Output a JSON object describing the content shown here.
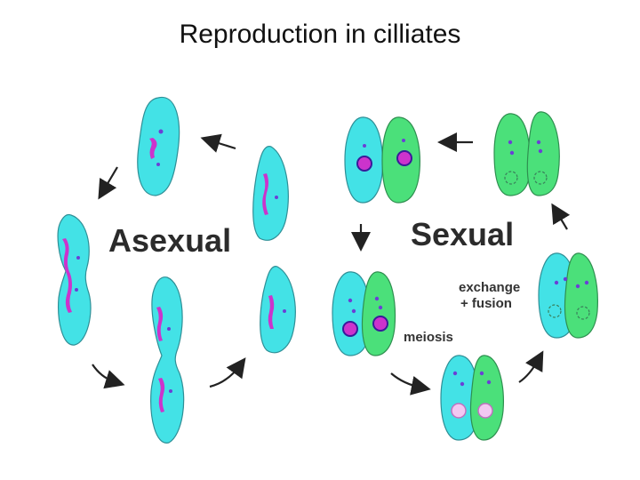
{
  "title": "Reproduction in cilliates",
  "labels": {
    "asexual": "Asexual",
    "sexual": "Sexual",
    "exchange": "exchange",
    "fusion": "+ fusion",
    "meiosis": "meiosis"
  },
  "colors": {
    "cell_cyan": "#43e2e6",
    "cell_green": "#4be07a",
    "macronucleus": "#cc33cc",
    "micronucleus": "#6b3fd6"
  }
}
